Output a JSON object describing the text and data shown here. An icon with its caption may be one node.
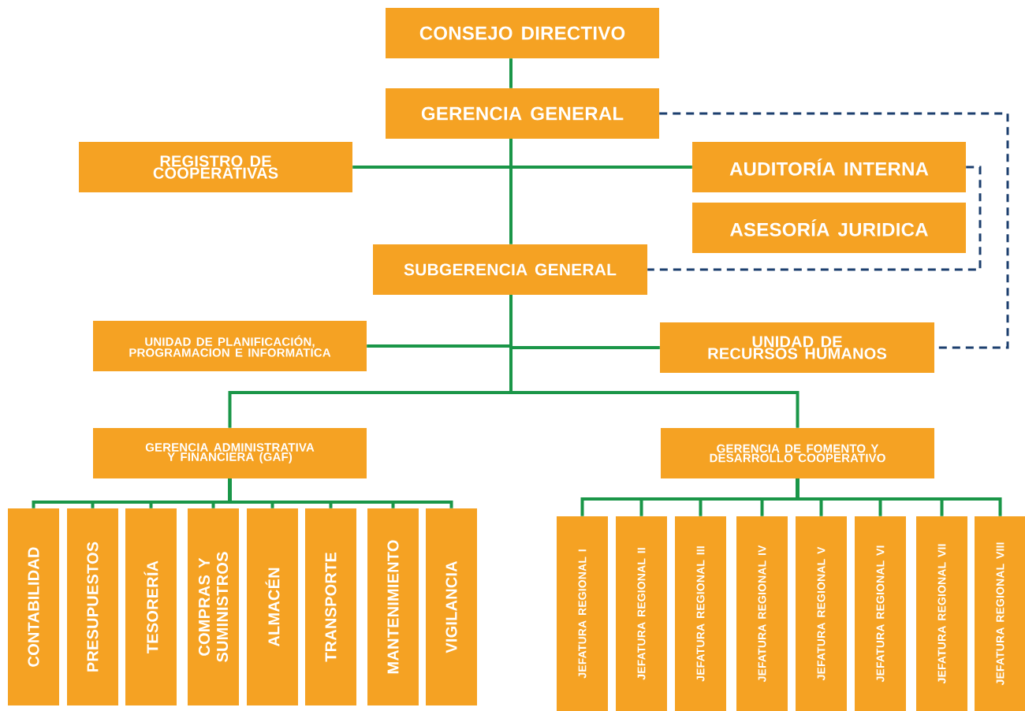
{
  "diagram": {
    "nodes": [
      {
        "text": [
          "CONSEJO DIRECTIVO"
        ]
      },
      {
        "text": [
          "GERENCIA GENERAL"
        ]
      },
      {
        "text": [
          "REGISTRO DE COOPERATIVAS"
        ]
      },
      {
        "text": [
          "AUDITORÍA INTERNA"
        ]
      },
      {
        "text": [
          "ASESORÍA JURIDICA"
        ]
      },
      {
        "text": [
          "SUBGERENCIA GENERAL"
        ]
      },
      {
        "text": [
          "UNIDAD DE PLANIFICACIÓN, PROGRAMACION E INFORMATICA"
        ]
      },
      {
        "text": [
          "UNIDAD DE RECURSOS HUMANOS"
        ]
      },
      {
        "text": [
          "GERENCIA ADMINISTRATIVA Y FINANCIERA (GAF)"
        ]
      },
      {
        "text": [
          "GERENCIA DE FOMENTO Y DESARROLLO COOPERATIVO"
        ]
      },
      {
        "text": [
          "CONTABILIDAD"
        ]
      },
      {
        "text": [
          "PRESUPUESTOS"
        ]
      },
      {
        "text": [
          "TESORERÍA"
        ]
      },
      {
        "text": [
          "COMPRAS Y SUMINISTROS"
        ]
      },
      {
        "text": [
          "ALMACÉN"
        ]
      },
      {
        "text": [
          "TRANSPORTE"
        ]
      },
      {
        "text": [
          "MANTENIMIENTO"
        ]
      },
      {
        "text": [
          "VIGILANCIA"
        ]
      },
      {
        "text": [
          "JEFATURA REGIONAL I"
        ]
      },
      {
        "text": [
          "JEFATURA REGIONAL II"
        ]
      },
      {
        "text": [
          "JEFATURA REGIONAL III"
        ]
      },
      {
        "text": [
          "JEFATURA REGIONAL IV"
        ]
      },
      {
        "text": [
          "JEFATURA REGIONAL V"
        ]
      },
      {
        "text": [
          "JEFATURA REGIONAL VI"
        ]
      },
      {
        "text": [
          "JEFATURA REGIONAL VII"
        ]
      },
      {
        "text": [
          "JEFATURA REGIONAL VIII"
        ]
      }
    ],
    "edges": [
      {
        "from": 0,
        "to": 1,
        "arrow": "none"
      },
      {
        "from": 1,
        "to": 2,
        "arrow": "none"
      },
      {
        "from": 1,
        "to": 3,
        "arrow": "none"
      },
      {
        "from": 1,
        "to": 5,
        "arrow": "none"
      },
      {
        "from": 5,
        "to": 6,
        "arrow": "none"
      },
      {
        "from": 5,
        "to": 7,
        "arrow": "none"
      },
      {
        "from": 5,
        "to": 8,
        "arrow": "none"
      },
      {
        "from": 5,
        "to": 9,
        "arrow": "none"
      },
      {
        "from": 8,
        "to": 10,
        "arrow": "none"
      },
      {
        "from": 8,
        "to": 11,
        "arrow": "none"
      },
      {
        "from": 8,
        "to": 12,
        "arrow": "none"
      },
      {
        "from": 8,
        "to": 13,
        "arrow": "none"
      },
      {
        "from": 8,
        "to": 14,
        "arrow": "none"
      },
      {
        "from": 8,
        "to": 15,
        "arrow": "none"
      },
      {
        "from": 8,
        "to": 16,
        "arrow": "none"
      },
      {
        "from": 8,
        "to": 17,
        "arrow": "none"
      },
      {
        "from": 9,
        "to": 18,
        "arrow": "none"
      },
      {
        "from": 9,
        "to": 19,
        "arrow": "none"
      },
      {
        "from": 9,
        "to": 20,
        "arrow": "none"
      },
      {
        "from": 9,
        "to": 21,
        "arrow": "none"
      },
      {
        "from": 9,
        "to": 22,
        "arrow": "none"
      },
      {
        "from": 9,
        "to": 23,
        "arrow": "none"
      },
      {
        "from": 9,
        "to": 24,
        "arrow": "none"
      },
      {
        "from": 9,
        "to": 25,
        "arrow": "none"
      },
      {
        "from": 1,
        "to": 7,
        "arrow": "none",
        "style": "dashed",
        "color": "#1c3f6e"
      },
      {
        "from": 3,
        "to": 5,
        "arrow": "none",
        "style": "dashed",
        "color": "#1c3f6e"
      }
    ]
  }
}
